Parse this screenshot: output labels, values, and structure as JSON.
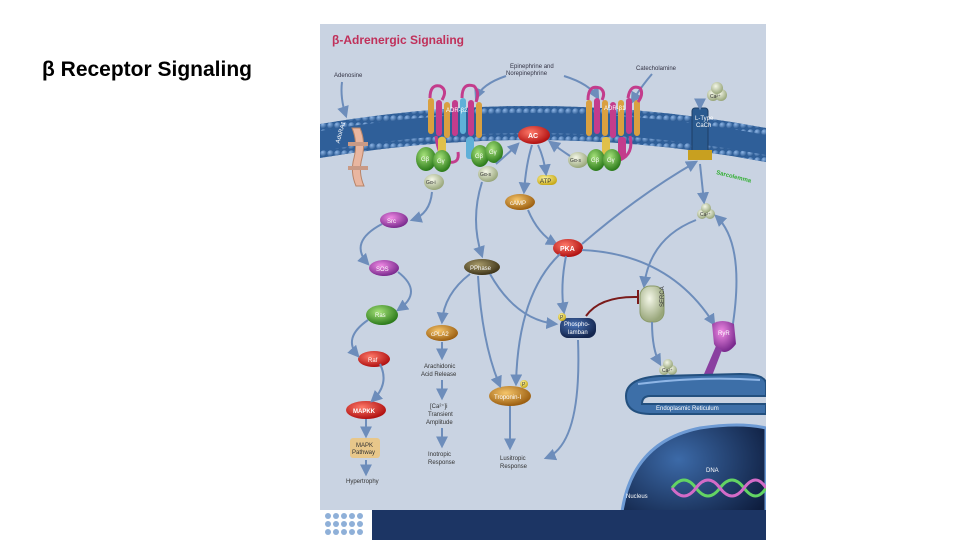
{
  "slide": {
    "title": "β Receptor Signaling"
  },
  "figure": {
    "heading": "β-Adrenergic Signaling",
    "labels": {
      "adenosine": "Adenosine",
      "epinephrine_1": "Epinephrine and",
      "epinephrine_2": "Norepinephrine",
      "catecholamine": "Catecholamine",
      "adora1": "AdoRA1",
      "adrb2": "ADR-β2",
      "adrb1": "ADR-β1",
      "ltype_1": "L-Type",
      "ltype_2": "CaCh",
      "sarcolemma": "Sarcolemma",
      "ca": "Ca²⁺",
      "gb": "Gβ",
      "gg": "Gγ",
      "gai": "Gα-i",
      "gas": "Gα-s",
      "ac": "AC",
      "atp": "ATP",
      "camp": "cAMP",
      "src": "Src",
      "sos": "SOS",
      "ras": "Ras",
      "raf": "Raf",
      "mapkk": "MAPKK",
      "mapk_1": "MAPK",
      "mapk_2": "Pathway",
      "hypertrophy": "Hypertrophy",
      "pphase": "PPhase",
      "cpla2": "cPLA2",
      "arach_1": "Arachidonic",
      "arach_2": "Acid Release",
      "ca_trans_1": "[Ca²⁺]i",
      "ca_trans_2": "Transient",
      "ca_trans_3": "Amplitude",
      "inotropic_1": "Inotropic",
      "inotropic_2": "Response",
      "pka": "PKA",
      "p": "P",
      "phospholamban_1": "Phospho-",
      "phospholamban_2": "lamban",
      "troponin": "Troponin-I",
      "lusitropic_1": "Lusitropic",
      "lusitropic_2": "Response",
      "serca": "SERCA",
      "ryr": "RyR",
      "er": "Endoplasmic Reticulum",
      "dna": "DNA",
      "nucleus": "Nucleus"
    }
  },
  "colors": {
    "panel_bg": "#c9d3e2",
    "heading": "#c0305a",
    "membrane": "#3d6da6",
    "arrow": "#7d9cc8",
    "red_node": "#cc1f1f",
    "green_node": "#2f8a1e",
    "brown_node": "#c07818",
    "purple_node": "#9b3fa8",
    "footer": "#1c3564"
  }
}
